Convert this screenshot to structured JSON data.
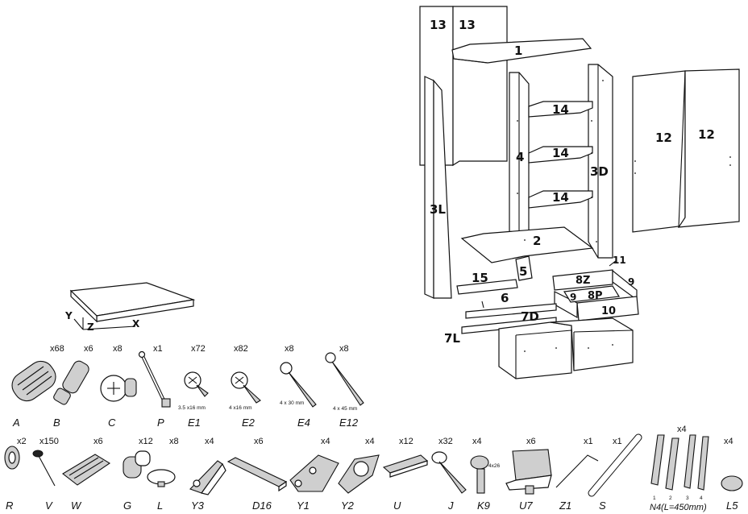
{
  "panels": [
    {
      "id": "p13a",
      "label": "13"
    },
    {
      "id": "p13b",
      "label": "13"
    },
    {
      "id": "p1",
      "label": "1"
    },
    {
      "id": "p14a",
      "label": "14"
    },
    {
      "id": "p14b",
      "label": "14"
    },
    {
      "id": "p14c",
      "label": "14"
    },
    {
      "id": "p4",
      "label": "4"
    },
    {
      "id": "p3D",
      "label": "3D"
    },
    {
      "id": "p3L",
      "label": "3L"
    },
    {
      "id": "p12a",
      "label": "12"
    },
    {
      "id": "p12b",
      "label": "12"
    },
    {
      "id": "p2",
      "label": "2"
    },
    {
      "id": "p5",
      "label": "5"
    },
    {
      "id": "p15",
      "label": "15"
    },
    {
      "id": "p11",
      "label": "11"
    },
    {
      "id": "p8Z",
      "label": "8Z"
    },
    {
      "id": "p9a",
      "label": "9"
    },
    {
      "id": "p9b",
      "label": "9"
    },
    {
      "id": "p6",
      "label": "6"
    },
    {
      "id": "p8P",
      "label": "8P"
    },
    {
      "id": "p10",
      "label": "10"
    },
    {
      "id": "p7D",
      "label": "7D"
    },
    {
      "id": "p7L",
      "label": "7L"
    }
  ],
  "axes": {
    "x": "X",
    "y": "Y",
    "z": "Z"
  },
  "hardware_row1": [
    {
      "code": "A",
      "qty": "x68",
      "icon": "dowel-icon"
    },
    {
      "code": "B",
      "qty": "x6",
      "icon": "cam-bolt-icon"
    },
    {
      "code": "C",
      "qty": "x8",
      "icon": "cam-lock-icon"
    },
    {
      "code": "P",
      "qty": "x1",
      "icon": "pin-rod-icon"
    },
    {
      "code": "E1",
      "qty": "x72",
      "icon": "short-screw-icon",
      "size": "3.5 x16 mm"
    },
    {
      "code": "E2",
      "qty": "x82",
      "icon": "screw-icon",
      "size": "4 x16 mm"
    },
    {
      "code": "E4",
      "qty": "x8",
      "icon": "long-screw-icon",
      "size": "4 x 30 mm"
    },
    {
      "code": "E12",
      "qty": "x8",
      "icon": "longest-screw-icon",
      "size": "4 x 45 mm"
    }
  ],
  "hardware_row2": [
    {
      "code": "R",
      "qty": "x2",
      "icon": "hanger-icon"
    },
    {
      "code": "V",
      "qty": "x150",
      "icon": "nail-icon"
    },
    {
      "code": "W",
      "qty": "x6",
      "icon": "runner-clip-icon"
    },
    {
      "code": "G",
      "qty": "x12",
      "icon": "rod-support-icon"
    },
    {
      "code": "L",
      "qty": "x8",
      "icon": "knob-icon"
    },
    {
      "code": "Y3",
      "qty": "x4",
      "icon": "angle-bracket-icon"
    },
    {
      "code": "D16",
      "qty": "x6",
      "icon": "rail-icon"
    },
    {
      "code": "Y1",
      "qty": "x4",
      "icon": "hinge-base-icon"
    },
    {
      "code": "Y2",
      "qty": "x4",
      "icon": "hinge-cup-icon"
    },
    {
      "code": "U",
      "qty": "x12",
      "icon": "bracket-clip-icon"
    },
    {
      "code": "J",
      "qty": "x32",
      "icon": "chipboard-screw-icon"
    },
    {
      "code": "K9",
      "qty": "x4",
      "icon": "bolt-icon",
      "size": "4x26"
    },
    {
      "code": "U7",
      "qty": "x6",
      "icon": "corner-bracket-icon"
    },
    {
      "code": "Z1",
      "qty": "x1",
      "icon": "allen-key-icon"
    },
    {
      "code": "S",
      "qty": "x1",
      "icon": "hanging-rod-icon"
    },
    {
      "code": "N4(L=450mm)",
      "qty": "x4",
      "icon": "drawer-slide-icon",
      "sublabels": [
        "1",
        "2",
        "3",
        "4"
      ]
    },
    {
      "code": "L5",
      "qty": "x4",
      "icon": "foot-pad-icon"
    }
  ]
}
